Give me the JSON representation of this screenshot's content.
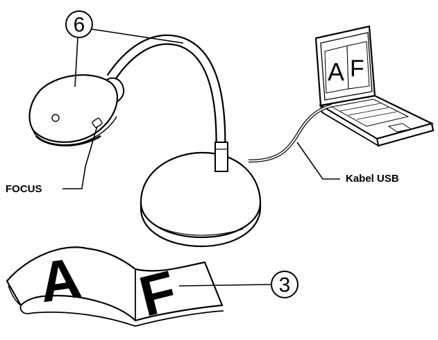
{
  "callouts": {
    "camera_head_number": "6",
    "document_number": "3"
  },
  "labels": {
    "focus": "FOCUS",
    "usb_cable": "Kabel USB"
  },
  "book_letters": {
    "left": "A",
    "right": "F"
  },
  "screen_letters": {
    "left": "A",
    "right": "F"
  }
}
